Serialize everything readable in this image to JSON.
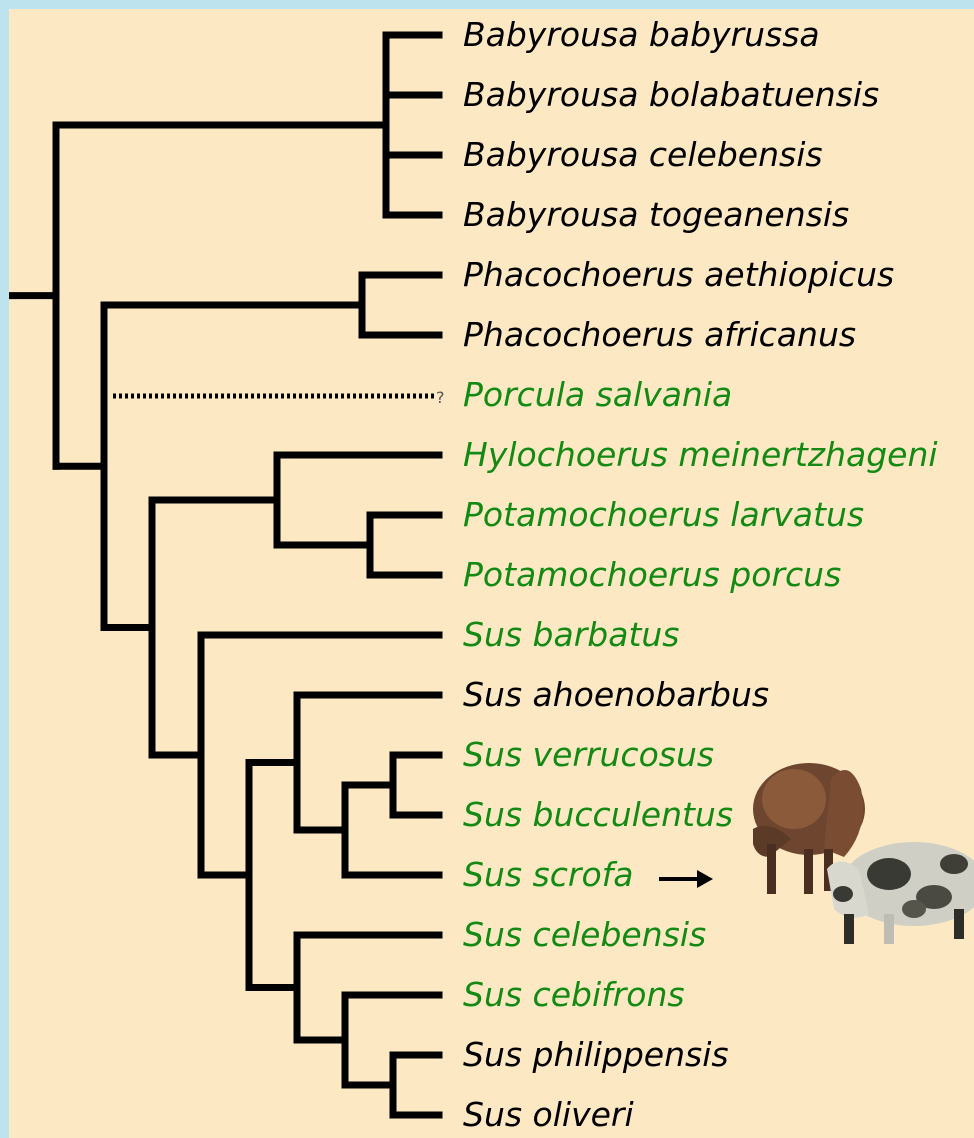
{
  "colors": {
    "background": "#fde8c4",
    "border": "#bde3ef",
    "extant_text": "#000000",
    "highlight_text": "#138a13",
    "branch": "#000000"
  },
  "taxa": [
    {
      "name": "Babyrousa babyrussa",
      "color": "#000000"
    },
    {
      "name": "Babyrousa bolabatuensis",
      "color": "#000000"
    },
    {
      "name": "Babyrousa celebensis",
      "color": "#000000"
    },
    {
      "name": "Babyrousa togeanensis",
      "color": "#000000"
    },
    {
      "name": "Phacochoerus aethiopicus",
      "color": "#000000"
    },
    {
      "name": "Phacochoerus africanus",
      "color": "#000000"
    },
    {
      "name": "Porcula salvania",
      "color": "#138a13"
    },
    {
      "name": "Hylochoerus meinertzhageni",
      "color": "#138a13"
    },
    {
      "name": "Potamochoerus larvatus",
      "color": "#138a13"
    },
    {
      "name": "Potamochoerus porcus",
      "color": "#138a13"
    },
    {
      "name": "Sus barbatus",
      "color": "#138a13"
    },
    {
      "name": "Sus ahoenobarbus",
      "color": "#000000"
    },
    {
      "name": "Sus verrucosus",
      "color": "#138a13"
    },
    {
      "name": "Sus bucculentus",
      "color": "#138a13"
    },
    {
      "name": "Sus scrofa",
      "color": "#138a13"
    },
    {
      "name": "Sus celebensis",
      "color": "#138a13"
    },
    {
      "name": "Sus cebifrons",
      "color": "#138a13"
    },
    {
      "name": "Sus philippensis",
      "color": "#000000"
    },
    {
      "name": "Sus oliveri",
      "color": "#000000"
    }
  ],
  "uncertain_marker": "?",
  "pointer": {
    "target": "Sus scrofa",
    "icon": "right-arrow-icon"
  },
  "illustrations": [
    "wild-boar-icon",
    "spotted-domestic-pig-icon"
  ]
}
